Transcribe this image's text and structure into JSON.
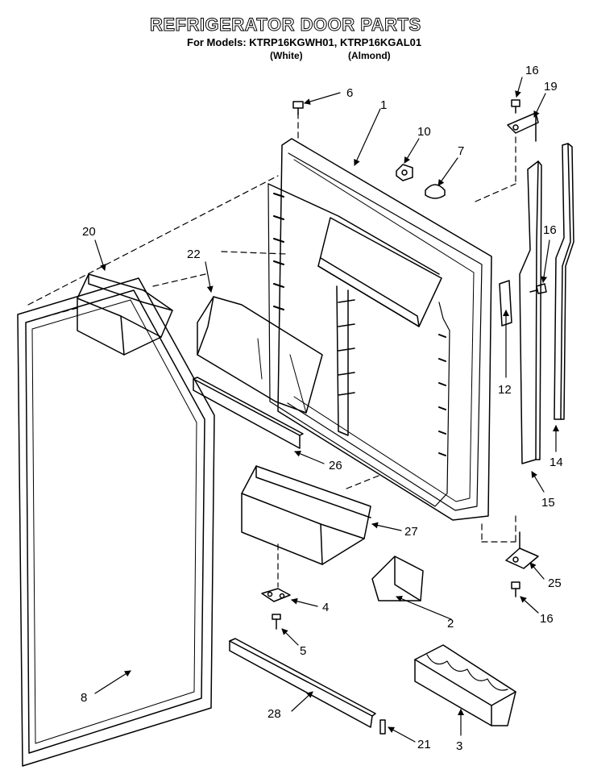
{
  "header": {
    "title": "REFRIGERATOR DOOR PARTS",
    "models": "For Models: KTRP16KGWH01, KTRP16KGAL01",
    "variant_white": "(White)",
    "variant_almond": "(Almond)"
  },
  "callouts": {
    "c1": "1",
    "c2": "2",
    "c3": "3",
    "c4": "4",
    "c5": "5",
    "c6": "6",
    "c7": "7",
    "c8": "8",
    "c10": "10",
    "c12": "12",
    "c14": "14",
    "c15": "15",
    "c16a": "16",
    "c16b": "16",
    "c16c": "16",
    "c19": "19",
    "c20": "20",
    "c21": "21",
    "c22": "22",
    "c25": "25",
    "c26": "26",
    "c27": "27",
    "c28": "28"
  }
}
